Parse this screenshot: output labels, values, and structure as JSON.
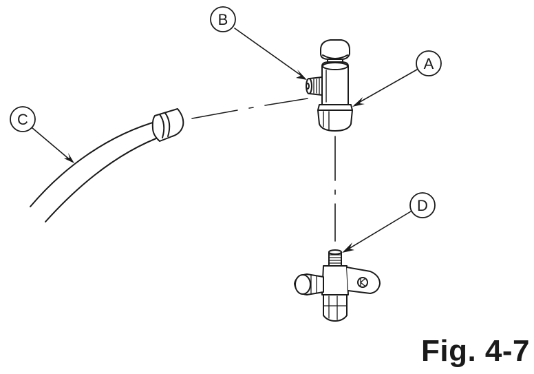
{
  "callouts": {
    "a": "A",
    "b": "B",
    "c": "C",
    "d": "D"
  },
  "caption": "Fig. 4-7",
  "colors": {
    "ink": "#1a1a1a",
    "paper": "#ffffff"
  }
}
